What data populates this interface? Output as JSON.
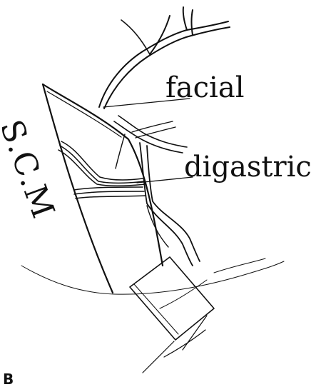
{
  "figure": {
    "panel_letter": "B",
    "labels": {
      "facial": "facial",
      "digastric": "digastric",
      "scm": "S.C.M"
    }
  }
}
